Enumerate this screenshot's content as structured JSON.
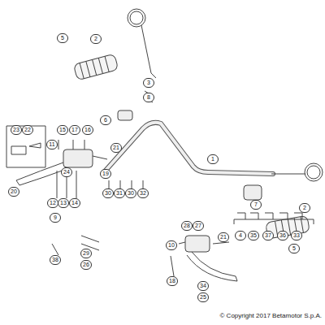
{
  "diagram": {
    "caption": "© Copyright 2017 Betamotor S.p.A.",
    "labels": [
      "5",
      "2",
      "3",
      "8",
      "6",
      "4",
      "35",
      "37",
      "36",
      "33",
      "23",
      "22",
      "15",
      "17",
      "16",
      "11",
      "24",
      "21",
      "19",
      "20",
      "12",
      "13",
      "14",
      "9",
      "30",
      "31",
      "30",
      "32",
      "1",
      "7",
      "5",
      "2",
      "38",
      "29",
      "26",
      "10",
      "28",
      "27",
      "21",
      "18",
      "34",
      "25"
    ]
  }
}
